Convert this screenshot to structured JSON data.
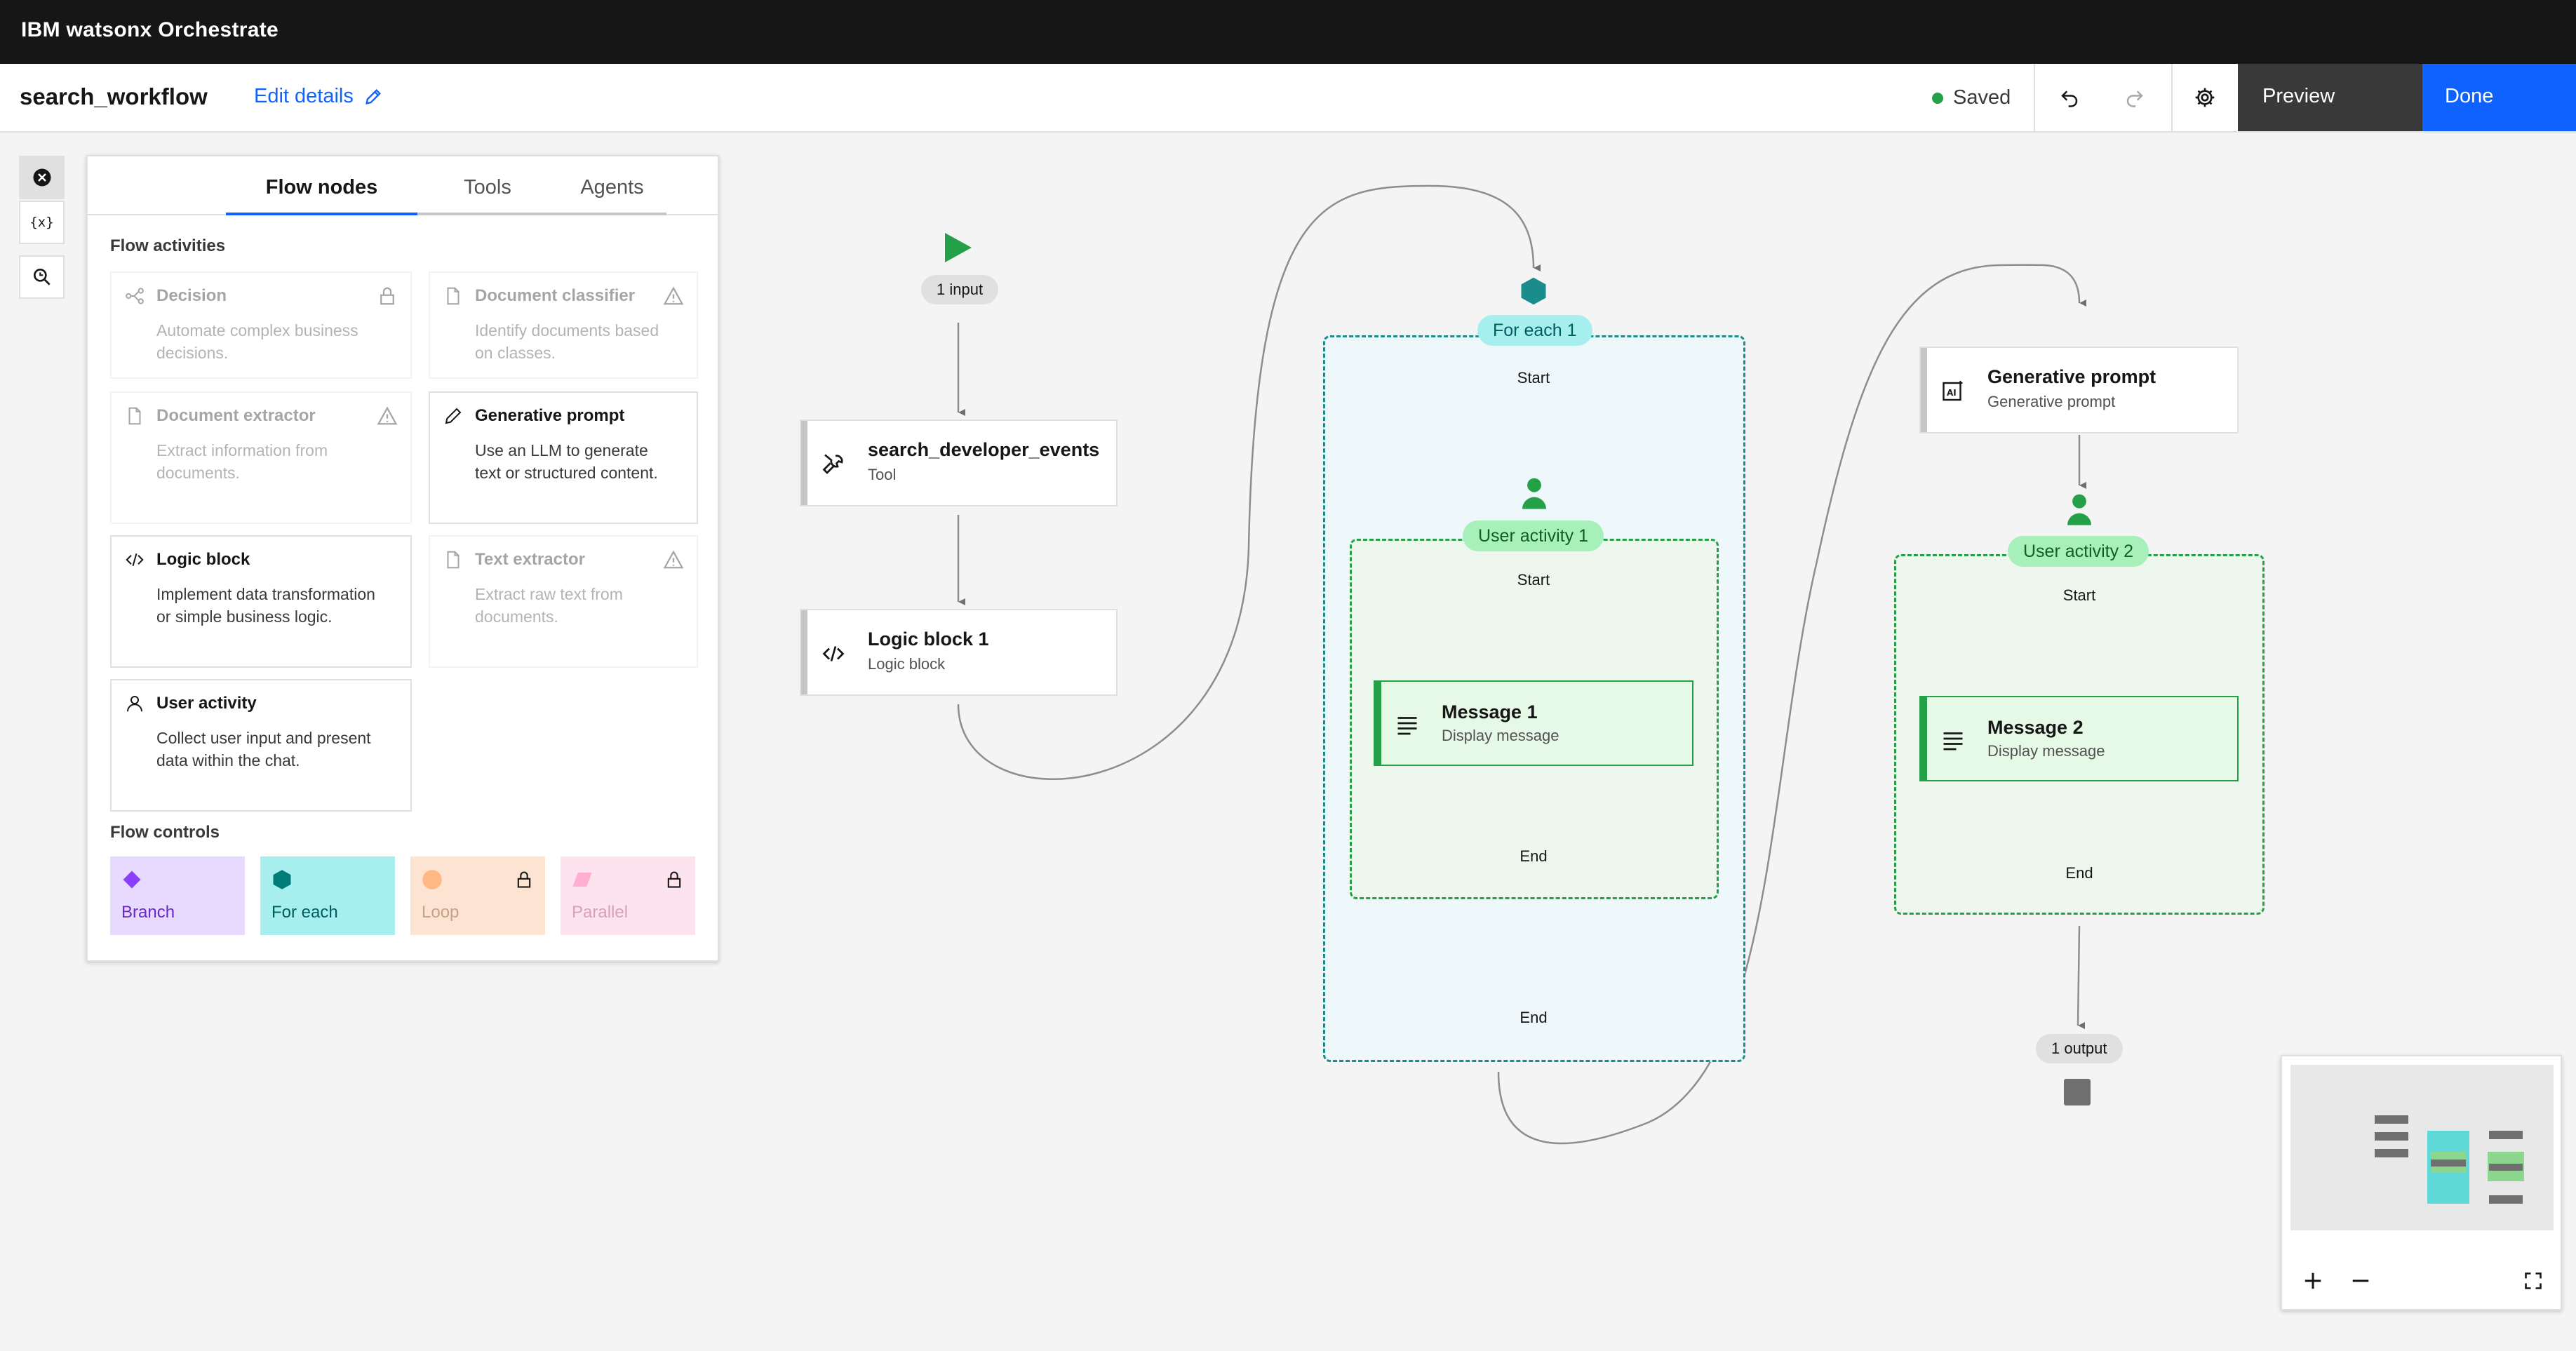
{
  "app": {
    "title": "IBM watsonx Orchestrate"
  },
  "header": {
    "workflow_name": "search_workflow",
    "edit_details": "Edit details",
    "status": "Saved",
    "preview_label": "Preview",
    "done_label": "Done"
  },
  "panel": {
    "tabs": [
      {
        "label": "Flow nodes",
        "active": true
      },
      {
        "label": "Tools",
        "active": false
      },
      {
        "label": "Agents",
        "active": false
      }
    ],
    "flow_activities_label": "Flow activities",
    "activities": [
      {
        "title": "Decision",
        "desc": "Automate complex business decisions.",
        "icon": "decision-icon",
        "status": "lock-icon",
        "disabled": true
      },
      {
        "title": "Document classifier",
        "desc": "Identify documents based on classes.",
        "icon": "document-icon",
        "status": "warning-icon",
        "disabled": true
      },
      {
        "title": "Document extractor",
        "desc": "Extract information from documents.",
        "icon": "document-icon",
        "status": "warning-icon",
        "disabled": true
      },
      {
        "title": "Generative prompt",
        "desc": "Use an LLM to generate text or structured content.",
        "icon": "pencil-icon",
        "status": "",
        "disabled": false
      },
      {
        "title": "Logic block",
        "desc": "Implement data transformation or simple business logic.",
        "icon": "code-icon",
        "status": "",
        "disabled": false
      },
      {
        "title": "Text extractor",
        "desc": "Extract raw text from documents.",
        "icon": "document-icon",
        "status": "warning-icon",
        "disabled": true
      },
      {
        "title": "User activity",
        "desc": "Collect user input and present data within the chat.",
        "icon": "user-icon",
        "status": "",
        "disabled": false
      }
    ],
    "flow_controls_label": "Flow controls",
    "controls": [
      {
        "label": "Branch",
        "color": "#e8daff",
        "shape_color": "#8a3ffc",
        "locked": false
      },
      {
        "label": "For each",
        "color": "#9ef0f0",
        "shape_color": "#007d79",
        "locked": false
      },
      {
        "label": "Loop",
        "color": "#ffd9be",
        "shape_color": "#ff832b",
        "locked": true
      },
      {
        "label": "Parallel",
        "color": "#ffd6e8",
        "shape_color": "#ee5396",
        "locked": true
      }
    ]
  },
  "flow": {
    "input_label": "1 input",
    "output_label": "1 output",
    "nodes": {
      "search": {
        "title": "search_developer_events",
        "subtitle": "Tool"
      },
      "logic": {
        "title": "Logic block 1",
        "subtitle": "Logic block"
      },
      "genprompt": {
        "title": "Generative prompt",
        "subtitle": "Generative prompt"
      },
      "msg1": {
        "title": "Message 1",
        "subtitle": "Display message"
      },
      "msg2": {
        "title": "Message 2",
        "subtitle": "Display message"
      }
    },
    "foreach": {
      "label": "For each 1",
      "start": "Start",
      "end": "End"
    },
    "ua1": {
      "label": "User activity 1",
      "start": "Start",
      "end": "End"
    },
    "ua2": {
      "label": "User activity 2",
      "start": "Start",
      "end": "End"
    }
  },
  "colors": {
    "accent": "#0f62fe",
    "success": "#24a148",
    "foreach": "#9ef0f0",
    "ua": "#a7f0ba"
  }
}
